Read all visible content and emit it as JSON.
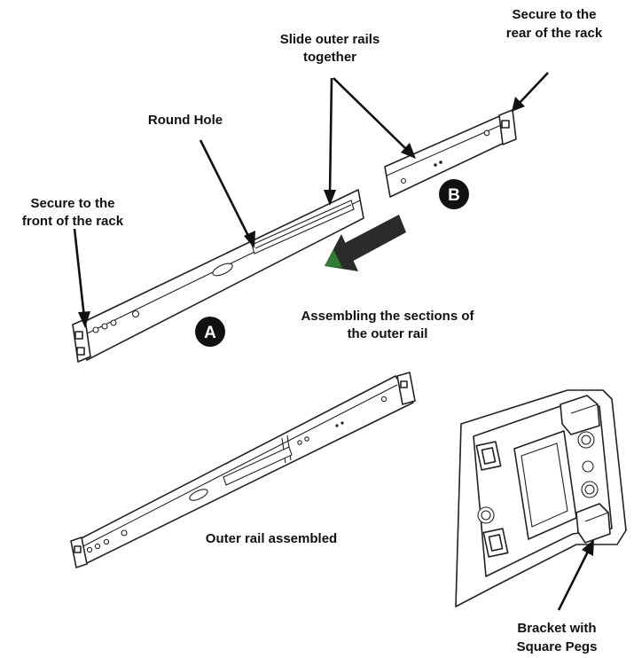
{
  "labels": {
    "secure_rear_1": "Secure to the",
    "secure_rear_2": "rear of the rack",
    "slide_1": "Slide outer rails",
    "slide_2": "together",
    "round_hole": "Round Hole",
    "secure_front_1": "Secure to the",
    "secure_front_2": "front of the rack",
    "assembling_1": "Assembling the sections of",
    "assembling_2": "the outer rail",
    "assembled": "Outer rail assembled",
    "bracket_1": "Bracket with",
    "bracket_2": "Square Pegs"
  },
  "badges": {
    "a": "A",
    "b": "B"
  },
  "colors": {
    "line": "#222222",
    "badge_fill": "#111111",
    "direction_arrow_body": "#2b2b2b",
    "direction_arrow_tip": "#2e7d32"
  }
}
